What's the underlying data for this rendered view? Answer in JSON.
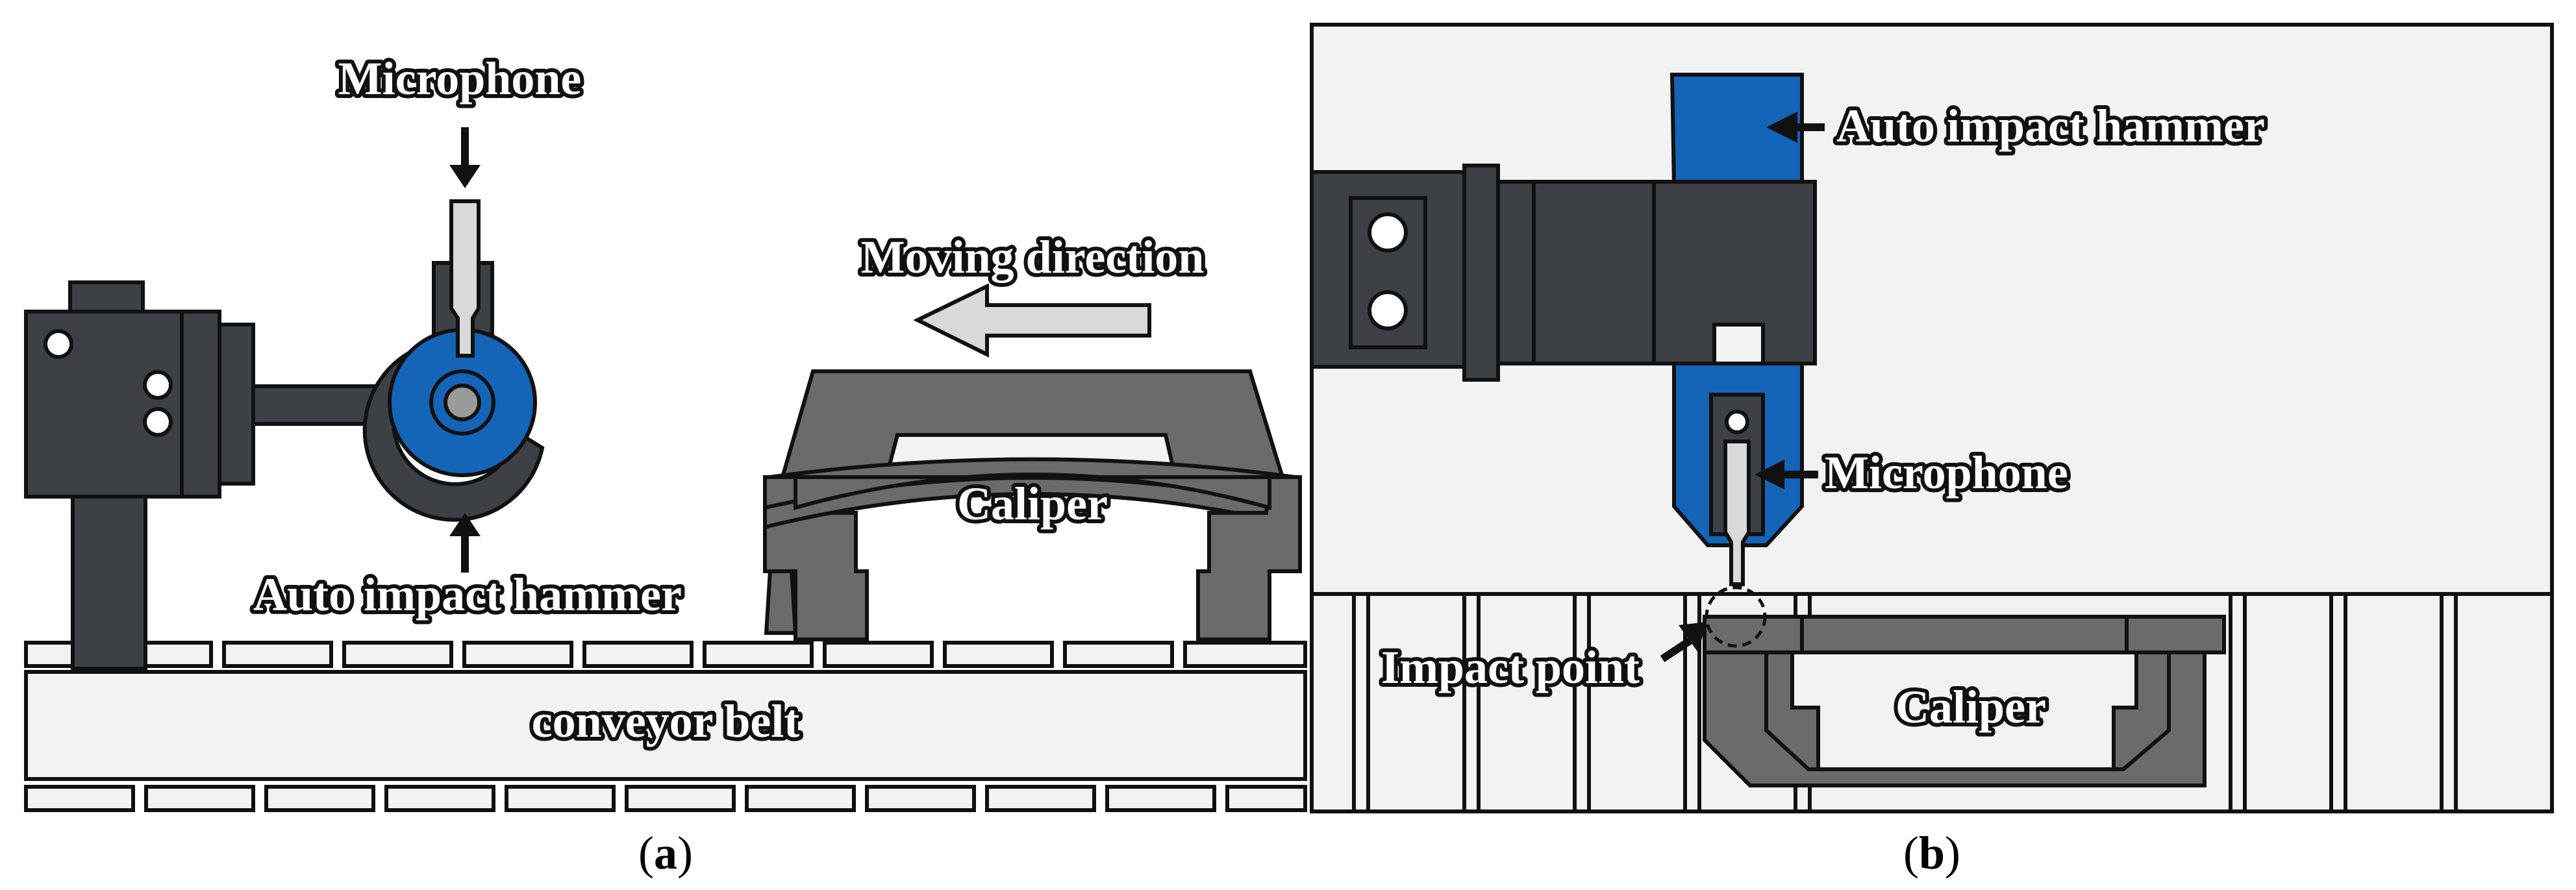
{
  "panel_a": {
    "caption_open": "(",
    "caption_letter": "a",
    "caption_close": ")",
    "labels": {
      "microphone": "Microphone",
      "moving_direction": "Moving direction",
      "caliper": "Caliper",
      "auto_impact_hammer": "Auto impact hammer",
      "conveyor_belt": "conveyor belt"
    }
  },
  "panel_b": {
    "caption_open": "(",
    "caption_letter": "b",
    "caption_close": ")",
    "labels": {
      "auto_impact_hammer": "Auto impact hammer",
      "microphone": "Microphone",
      "impact_point": "Impact point",
      "caliper": "Caliper"
    }
  },
  "colors": {
    "dark_gray": "#3d4044",
    "mid_gray": "#6b6b6b",
    "light_gray": "#d9d9d9",
    "panel_bg": "#f2f2f2",
    "blue": "#1464b8",
    "outline": "#111111"
  }
}
